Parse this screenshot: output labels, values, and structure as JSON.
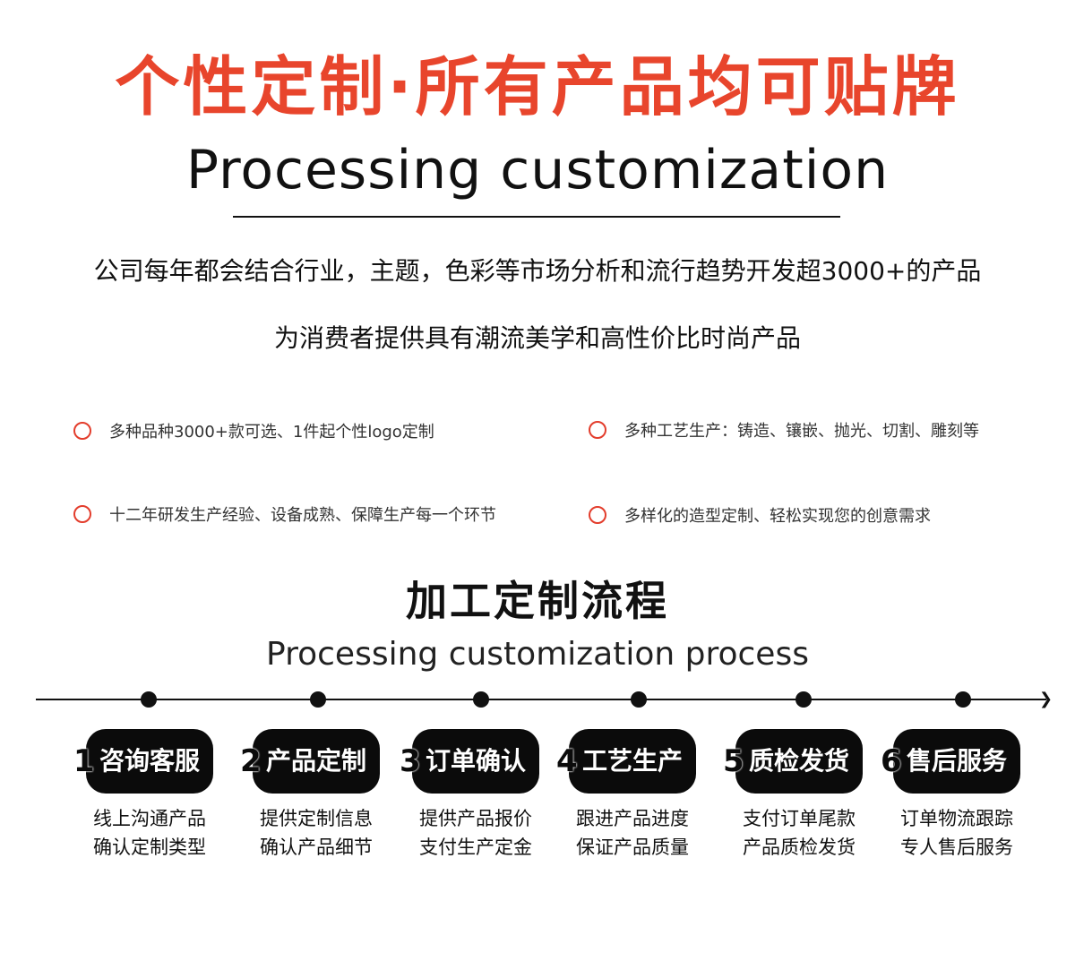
{
  "header": {
    "title": "个性定制·所有产品均可贴牌",
    "subtitle": "Processing customization"
  },
  "intro": {
    "line1": "公司每年都会结合行业，主题，色彩等市场分析和流行趋势开发超3000+的产品",
    "line2": "为消费者提供具有潮流美学和高性价比时尚产品"
  },
  "features": [
    "多种品种3000+款可选、1件起个性logo定制",
    "多种工艺生产：铸造、镶嵌、抛光、切割、雕刻等",
    "十二年研发生产经验、设备成熟、保障生产每一个环节",
    "多样化的造型定制、轻松实现您的创意需求"
  ],
  "process": {
    "title": "加工定制流程",
    "subtitle": "Processing customization process",
    "steps": [
      {
        "num": "1",
        "label": "咨询客服",
        "desc1": "线上沟通产品",
        "desc2": "确认定制类型"
      },
      {
        "num": "2",
        "label": "产品定制",
        "desc1": "提供定制信息",
        "desc2": "确认产品细节"
      },
      {
        "num": "3",
        "label": "订单确认",
        "desc1": "提供产品报价",
        "desc2": "支付生产定金"
      },
      {
        "num": "4",
        "label": "工艺生产",
        "desc1": "跟进产品进度",
        "desc2": "保证产品质量"
      },
      {
        "num": "5",
        "label": "质检发货",
        "desc1": "支付订单尾款",
        "desc2": "产品质检发货"
      },
      {
        "num": "6",
        "label": "售后服务",
        "desc1": "订单物流跟踪",
        "desc2": "专人售后服务"
      }
    ]
  },
  "colors": {
    "accent": "#e8452c",
    "text": "#111111",
    "badge": "#0b0b0b"
  }
}
